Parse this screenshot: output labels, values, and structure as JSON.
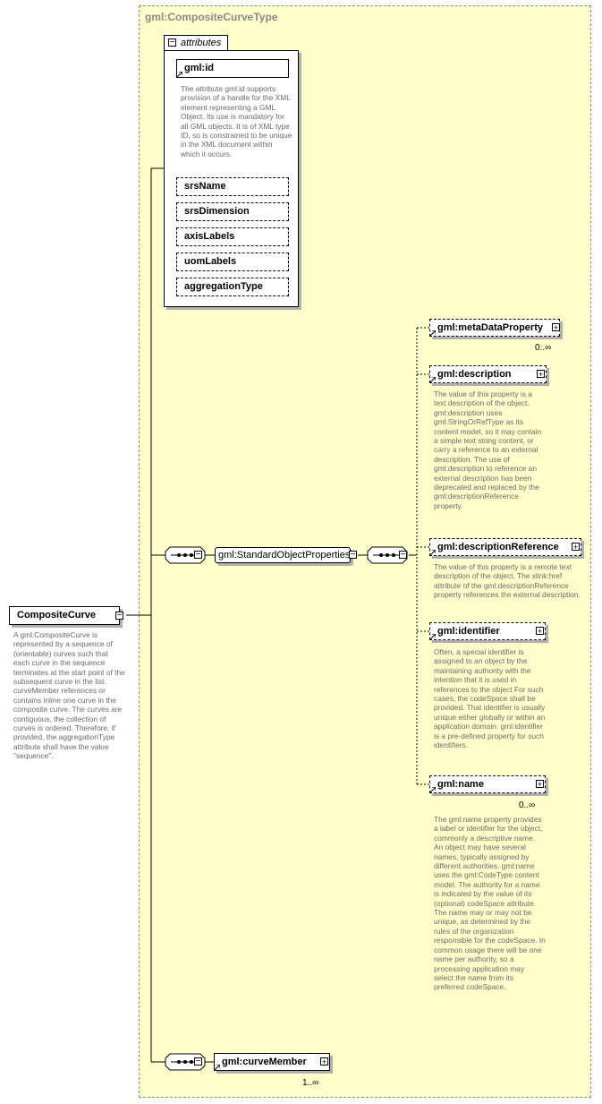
{
  "type_title": "gml:CompositeCurveType",
  "root": {
    "name": "CompositeCurve",
    "description": "A gml:CompositeCurve is represented by a sequence of (orientable) curves such that each curve in the sequence terminates at the start point of the subsequent curve in the list. curveMember references or contains inline one curve in the composite curve. The curves are contiguous, the collection of curves is ordered. Therefore, if provided, the aggregationType attribute shall have the value \"sequence\"."
  },
  "attributes": {
    "tab_label": "attributes",
    "id": {
      "name": "gml:id",
      "description": "The attribute gml:id supports provision of a handle for the XML element representing a GML Object. Its use is mandatory for all GML objects. It is of XML type ID, so is constrained to be unique in the XML document within which it occurs."
    },
    "optional": [
      "srsName",
      "srsDimension",
      "axisLabels",
      "uomLabels",
      "aggregationType"
    ]
  },
  "group": {
    "name": "gml:StandardObjectProperties"
  },
  "elements": {
    "metaDataProperty": {
      "name": "gml:metaDataProperty",
      "cardinality": "0..∞"
    },
    "description": {
      "name": "gml:description",
      "text": "The value of this property is a text description of the object. gml:description uses gml:StringOrRefType as its content model, so it may contain a simple text string content, or carry a reference to an external description. The use of gml:description to reference an external description has been deprecated and replaced by the gml:descriptionReference property."
    },
    "descriptionReference": {
      "name": "gml:descriptionReference",
      "text": "The value of this property is a remote text description of the object. The xlink:href attribute of the gml:descriptionReference property references the external description."
    },
    "identifier": {
      "name": "gml:identifier",
      "text": "Often, a special identifier is assigned to an object by the maintaining authority with the intention that it is used in references to the object For such cases, the codeSpace shall be provided. That identifier is usually unique either globally or within an application domain. gml:identifier is a pre-defined property for such identifiers."
    },
    "name": {
      "name": "gml:name",
      "cardinality": "0..∞",
      "text": "The gml:name property provides a label or identifier for the object, commonly a descriptive name. An object may have several names, typically assigned by different authorities. gml:name uses the gml:CodeType content model.  The authority for a name is indicated by the value of its (optional) codeSpace attribute.  The name may or may not be unique, as determined by the rules of the organization responsible for the codeSpace.  In common usage there will be one name per authority, so a processing application may select the name from its preferred codeSpace."
    },
    "curveMember": {
      "name": "gml:curveMember",
      "cardinality": "1..∞"
    }
  }
}
